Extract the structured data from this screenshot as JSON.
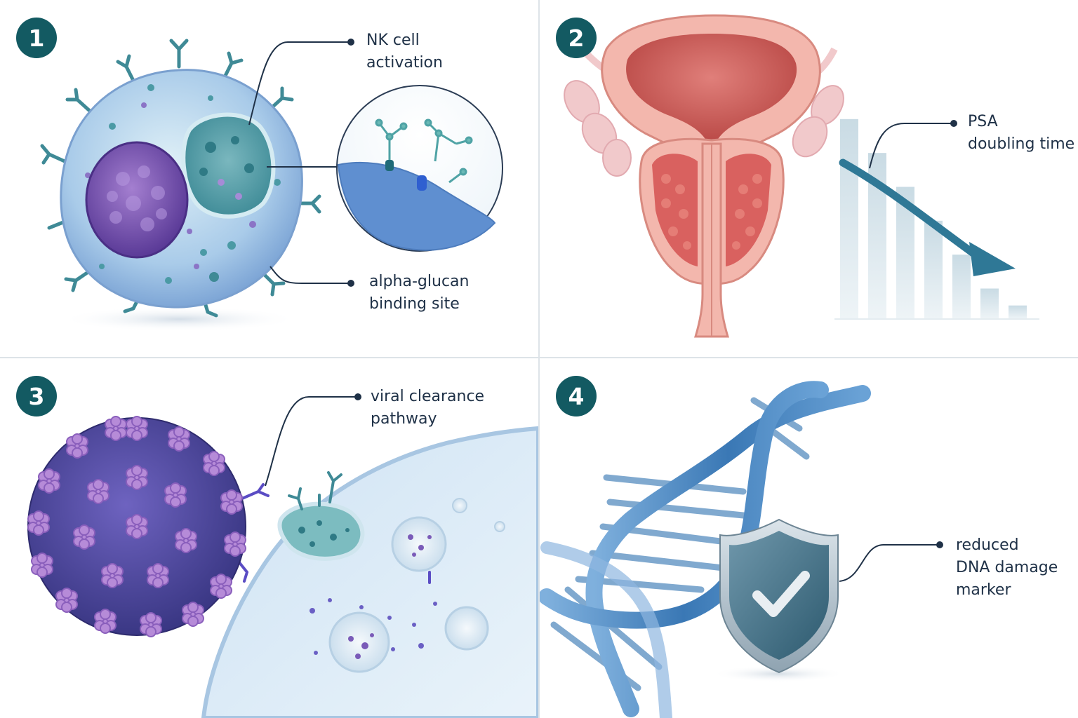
{
  "colors": {
    "badge": "#135a62",
    "label_text": "#1f3147",
    "leader_line": "#1f3147",
    "cell_membrane": "#9fc3e4",
    "nucleus": "#6c4aa6",
    "prostate_tissue": "#d9615f",
    "arrow": "#2f7896",
    "dna": "#3a78b5",
    "shield": "#3f7188"
  },
  "panels": [
    {
      "number": "1",
      "labels": [
        {
          "lines": [
            "NK cell",
            "activation"
          ]
        },
        {
          "lines": [
            "alpha-glucan",
            "binding site"
          ]
        }
      ]
    },
    {
      "number": "2",
      "labels": [
        {
          "lines": [
            "PSA",
            "doubling time"
          ]
        }
      ],
      "trend_bars": [
        0.59,
        0.49,
        0.39,
        0.29,
        0.19,
        0.09,
        0.04
      ]
    },
    {
      "number": "3",
      "labels": [
        {
          "lines": [
            "viral clearance",
            "pathway"
          ]
        }
      ]
    },
    {
      "number": "4",
      "labels": [
        {
          "lines": [
            "reduced",
            "DNA damage",
            "marker"
          ]
        }
      ],
      "icons": [
        "shield-icon",
        "check-icon"
      ]
    }
  ]
}
